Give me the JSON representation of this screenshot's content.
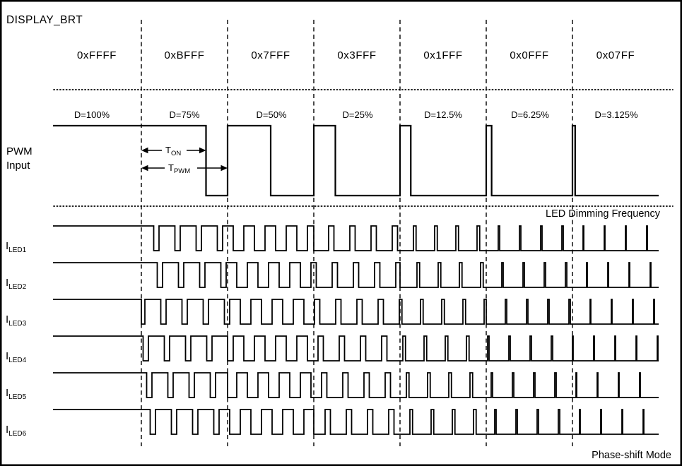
{
  "title": "DISPLAY_BRT",
  "labels": {
    "pwm_line1": "PWM",
    "pwm_line2": "Input"
  },
  "annotations": {
    "ton": {
      "base": "T",
      "sub": "ON"
    },
    "tpwm": {
      "base": "T",
      "sub": "PWM"
    },
    "led_dimming_frequency": "LED Dimming Frequency",
    "phase_shift_mode": "Phase-shift Mode"
  },
  "chart_data": {
    "type": "timing-diagram",
    "description": "PWM input duty cycle set by DISPLAY_BRT register, with six phase-shifted LED current channels dimmed at the LED dimming frequency",
    "regions": [
      {
        "hex": "0xFFFF",
        "duty_label": "D=100%",
        "duty": 1
      },
      {
        "hex": "0xBFFF",
        "duty_label": "D=75%",
        "duty": 0.75
      },
      {
        "hex": "0x7FFF",
        "duty_label": "D=50%",
        "duty": 0.5
      },
      {
        "hex": "0x3FFF",
        "duty_label": "D=25%",
        "duty": 0.25
      },
      {
        "hex": "0x1FFF",
        "duty_label": "D=12.5%",
        "duty": 0.125
      },
      {
        "hex": "0x0FFF",
        "duty_label": "D=6.25%",
        "duty": 0.0625
      },
      {
        "hex": "0x07FF",
        "duty_label": "D=3.125%",
        "duty": 0.03125
      }
    ],
    "channels": [
      {
        "base": "I",
        "sub": "LED1"
      },
      {
        "base": "I",
        "sub": "LED2"
      },
      {
        "base": "I",
        "sub": "LED3"
      },
      {
        "base": "I",
        "sub": "LED4"
      },
      {
        "base": "I",
        "sub": "LED5"
      },
      {
        "base": "I",
        "sub": "LED6"
      }
    ],
    "phase_shift_per_channel": "1/6 of LED dimming period",
    "colors": {
      "line": "#000000",
      "background": "#ffffff"
    }
  }
}
